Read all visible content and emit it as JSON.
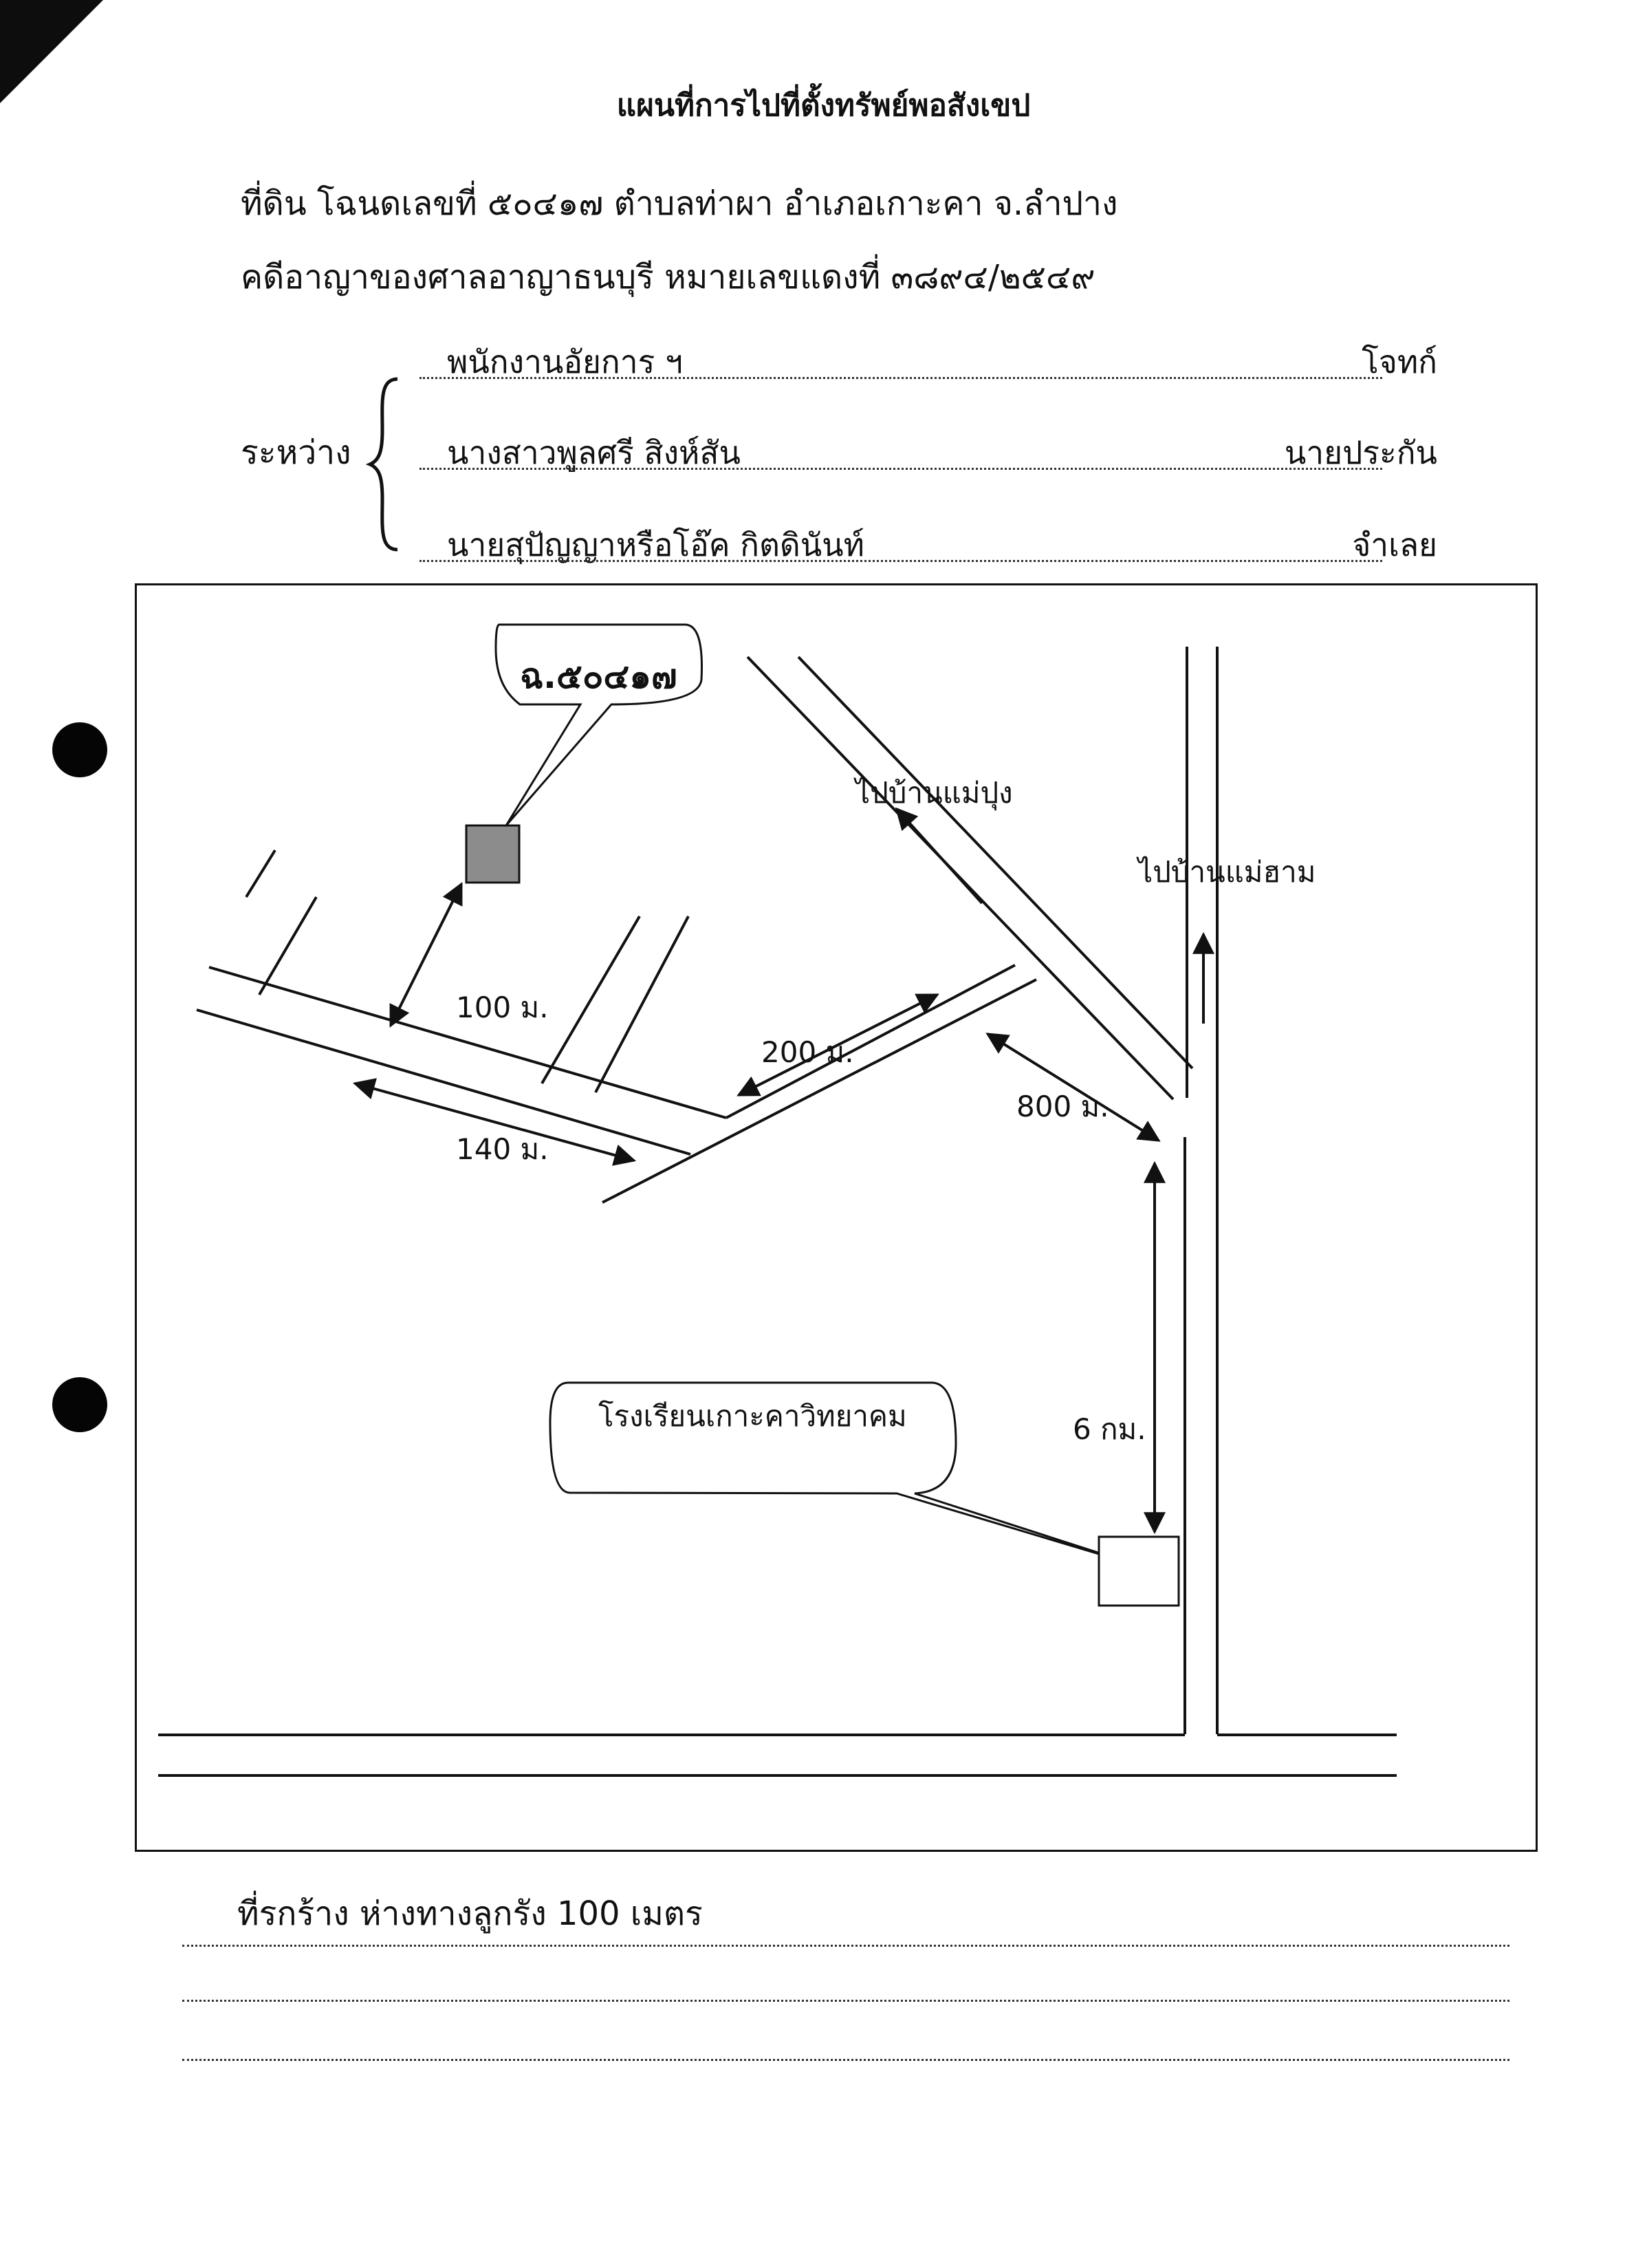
{
  "document": {
    "title": "แผนที่การไปที่ตั้งทรัพย์พอสังเขป",
    "deed_line": "ที่ดิน โฉนดเลขที่ ๕๐๔๑๗ ตำบลท่าผา อำเภอเกาะคา จ.ลำปาง",
    "case_line": "คดีอาญาของศาลอาญาธนบุรี หมายเลขแดงที่ ๓๘๙๔/๒๕๔๙",
    "between_label": "ระหว่าง",
    "parties": [
      {
        "name": "พนักงานอัยการ ฯ",
        "role": "โจทก์"
      },
      {
        "name": "นางสาวพูลศรี สิงห์สัน",
        "role": "นายประกัน"
      },
      {
        "name": "นายสุปัญญาหรือโอ๊ค กิตดินันท์",
        "role": "จำเลย"
      }
    ],
    "note": "ที่รกร้าง ห่างทางลูกรัง 100 เมตร"
  },
  "map": {
    "plot_label": "ฉ.๕๐๔๑๗",
    "school_label": "โรงเรียนเกาะคาวิทยาคม",
    "to_mae_pung": "ไปบ้านแม่ปุง",
    "to_mae_ham": "ไปบ้านแม่ฮาม",
    "dist_100": "100 ม.",
    "dist_140": "140 ม.",
    "dist_200": "200 ม.",
    "dist_800": "800 ม.",
    "dist_6km": "6 กม.",
    "colors": {
      "plot_fill": "#8c8c8c",
      "line": "#111111",
      "paper": "#ffffff"
    }
  }
}
